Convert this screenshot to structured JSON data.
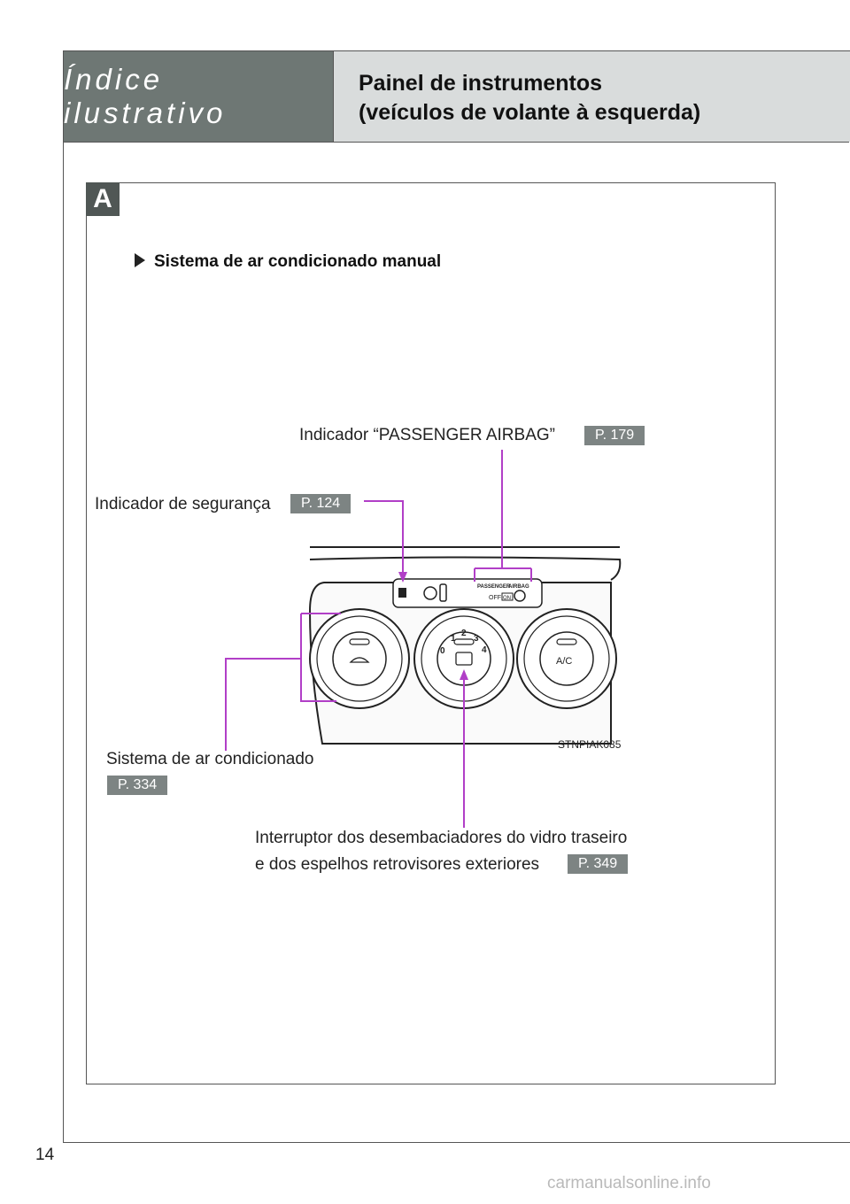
{
  "header": {
    "section_label": "Índice ilustrativo",
    "title_line1": "Painel de instrumentos",
    "title_line2": "(veículos de volante à esquerda)"
  },
  "box": {
    "badge": "A",
    "section_title": "Sistema de ar condicionado manual"
  },
  "callouts": {
    "passenger_airbag": {
      "label": "Indicador “PASSENGER AIRBAG”",
      "ref": "P. 179"
    },
    "seguranca": {
      "label": "Indicador de segurança",
      "ref": "P. 124"
    },
    "ar_condicionado": {
      "label": "Sistema de ar condicionado",
      "ref": "P. 334"
    },
    "desembaciadores": {
      "line1": "Interruptor dos desembaciadores do vidro traseiro",
      "line2": "e dos espelhos retrovisores exteriores",
      "ref": "P. 349"
    }
  },
  "illustration": {
    "code": "STNPIAK085",
    "panel_text_passenger": "PASSENGER",
    "panel_text_airbag": "AIRBAG",
    "panel_text_off": "OFF",
    "panel_text_on": "ON",
    "fan_speeds": [
      "0",
      "1",
      "2",
      "3",
      "4"
    ],
    "ac_button": "A/C"
  },
  "colors": {
    "leader": "#b13fc7",
    "header_dark": "#6e7774",
    "header_light": "#d9dcdc",
    "ref_badge": "#7d8483"
  },
  "footer": {
    "page_number": "14",
    "watermark": "carmanualsonline.info"
  }
}
